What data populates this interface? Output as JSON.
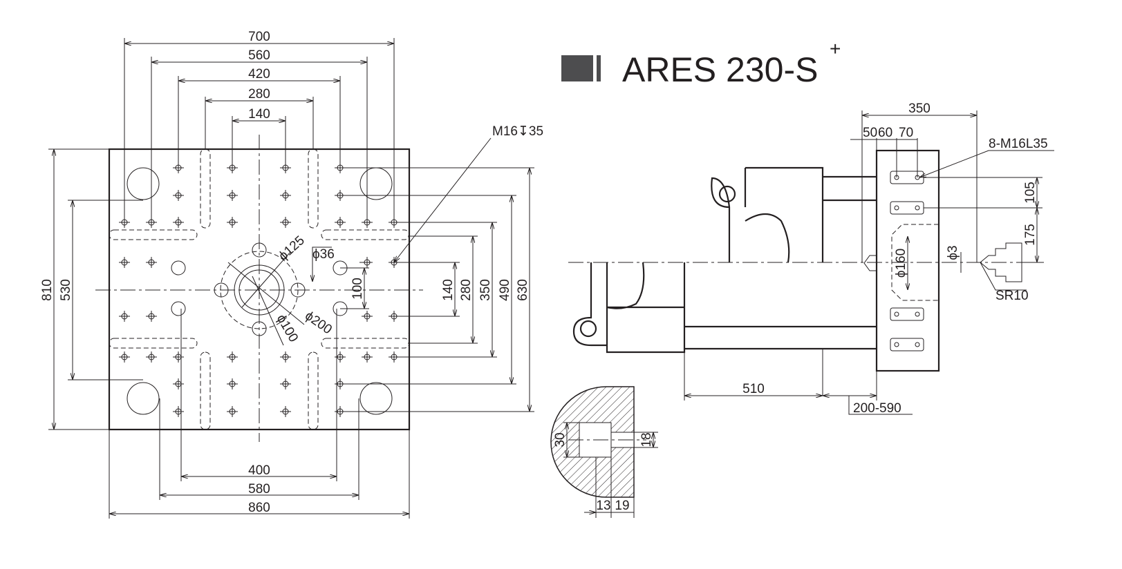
{
  "title": {
    "model": "ARES 230-S",
    "superscript": "+"
  },
  "front_view": {
    "top_dims": [
      "700",
      "560",
      "420",
      "280",
      "140"
    ],
    "bottom_dims": [
      "400",
      "580",
      "860"
    ],
    "left_dims": [
      "810",
      "530"
    ],
    "right_dims": [
      "630",
      "490",
      "350",
      "280",
      "140",
      "100"
    ],
    "callouts": {
      "thread": "M16↧35",
      "d125": "ϕ125",
      "d36": "ϕ36",
      "d200": "ϕ200",
      "d100": "ϕ100"
    }
  },
  "side_view": {
    "dims": {
      "d350": "350",
      "d50": "50",
      "d60": "60",
      "d70": "70",
      "holes": "8-M16L35",
      "d105": "105",
      "d175": "175",
      "d3": "ϕ3",
      "d160": "ϕ160",
      "sr": "SR10",
      "d510": "510",
      "stroke": "200-590"
    }
  },
  "section_view": {
    "dims": [
      "30",
      "18",
      "13",
      "19"
    ]
  }
}
